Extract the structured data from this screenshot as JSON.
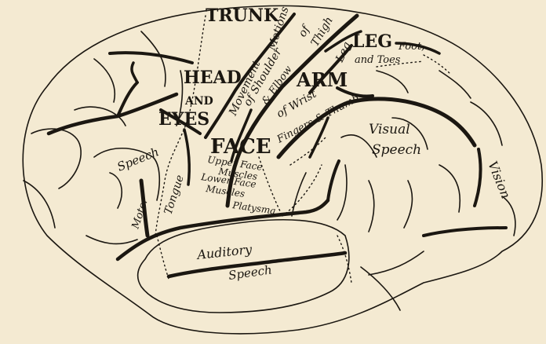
{
  "colors": {
    "paper": "#f4ead2",
    "ink": "#1b1711"
  },
  "regions": {
    "trunk": "TRUNK",
    "leg": "LEG",
    "head": "HEAD",
    "and": "AND",
    "eyes": "EYES",
    "arm": "ARM",
    "face": "FACE"
  },
  "labels": {
    "motions": "Motions",
    "of_1": "of",
    "thigh": "Thigh",
    "foot": "Foot,",
    "and_toes": "and Toes",
    "leg_small": "Leg",
    "movement": "Movement",
    "of_shoulder": "of Shoulder",
    "elbow": "& Elbow",
    "of_wrist": "of Wrist",
    "fingers_thumb": "Fingers & Thumb",
    "visual": "Visual",
    "speech_visual": "Speech",
    "vision": "Vision",
    "speech_left": "Speech",
    "motor": "Motor",
    "tongue": "Tongue",
    "upper_face": "Upper Face",
    "muscles_1": "Muscles",
    "lower_face": "Lower Face",
    "muscles_2": "Muscles",
    "platysma": "Platysma",
    "auditory": "Auditory",
    "speech_auditory": "Speech"
  }
}
